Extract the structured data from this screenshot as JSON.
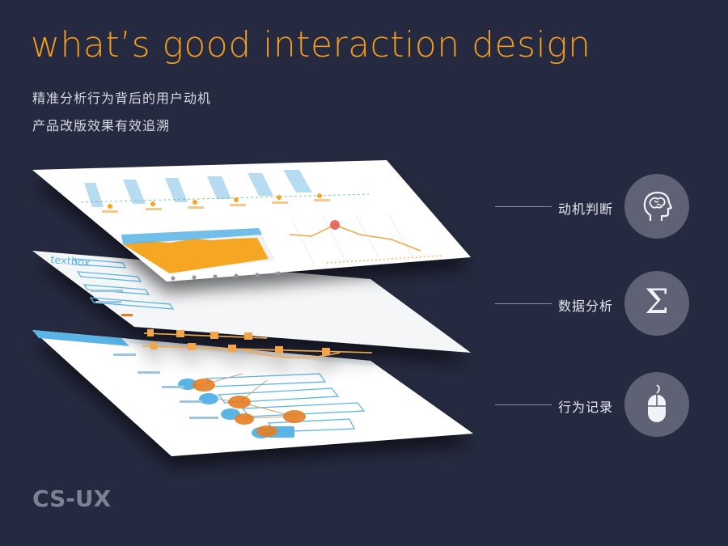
{
  "header": {
    "title": "what’s good interaction design",
    "title_color": "#f29c1f",
    "subtitle_line1": "精准分析行为背后的用户动机",
    "subtitle_line2": "产品改版效果有效追溯"
  },
  "brand": "CS-UX",
  "features": [
    {
      "label": "动机判断",
      "icon": "brain-head-icon"
    },
    {
      "label": "数据分析",
      "icon": "sigma-icon",
      "glyph": "Σ"
    },
    {
      "label": "行为记录",
      "icon": "mouse-icon"
    }
  ],
  "illustration": {
    "middle_layer_label": "textbox"
  },
  "colors": {
    "background": "#262a40",
    "accent_orange": "#f5a623",
    "accent_blue": "#5ab4e5",
    "icon_circle": "#5e6274"
  }
}
